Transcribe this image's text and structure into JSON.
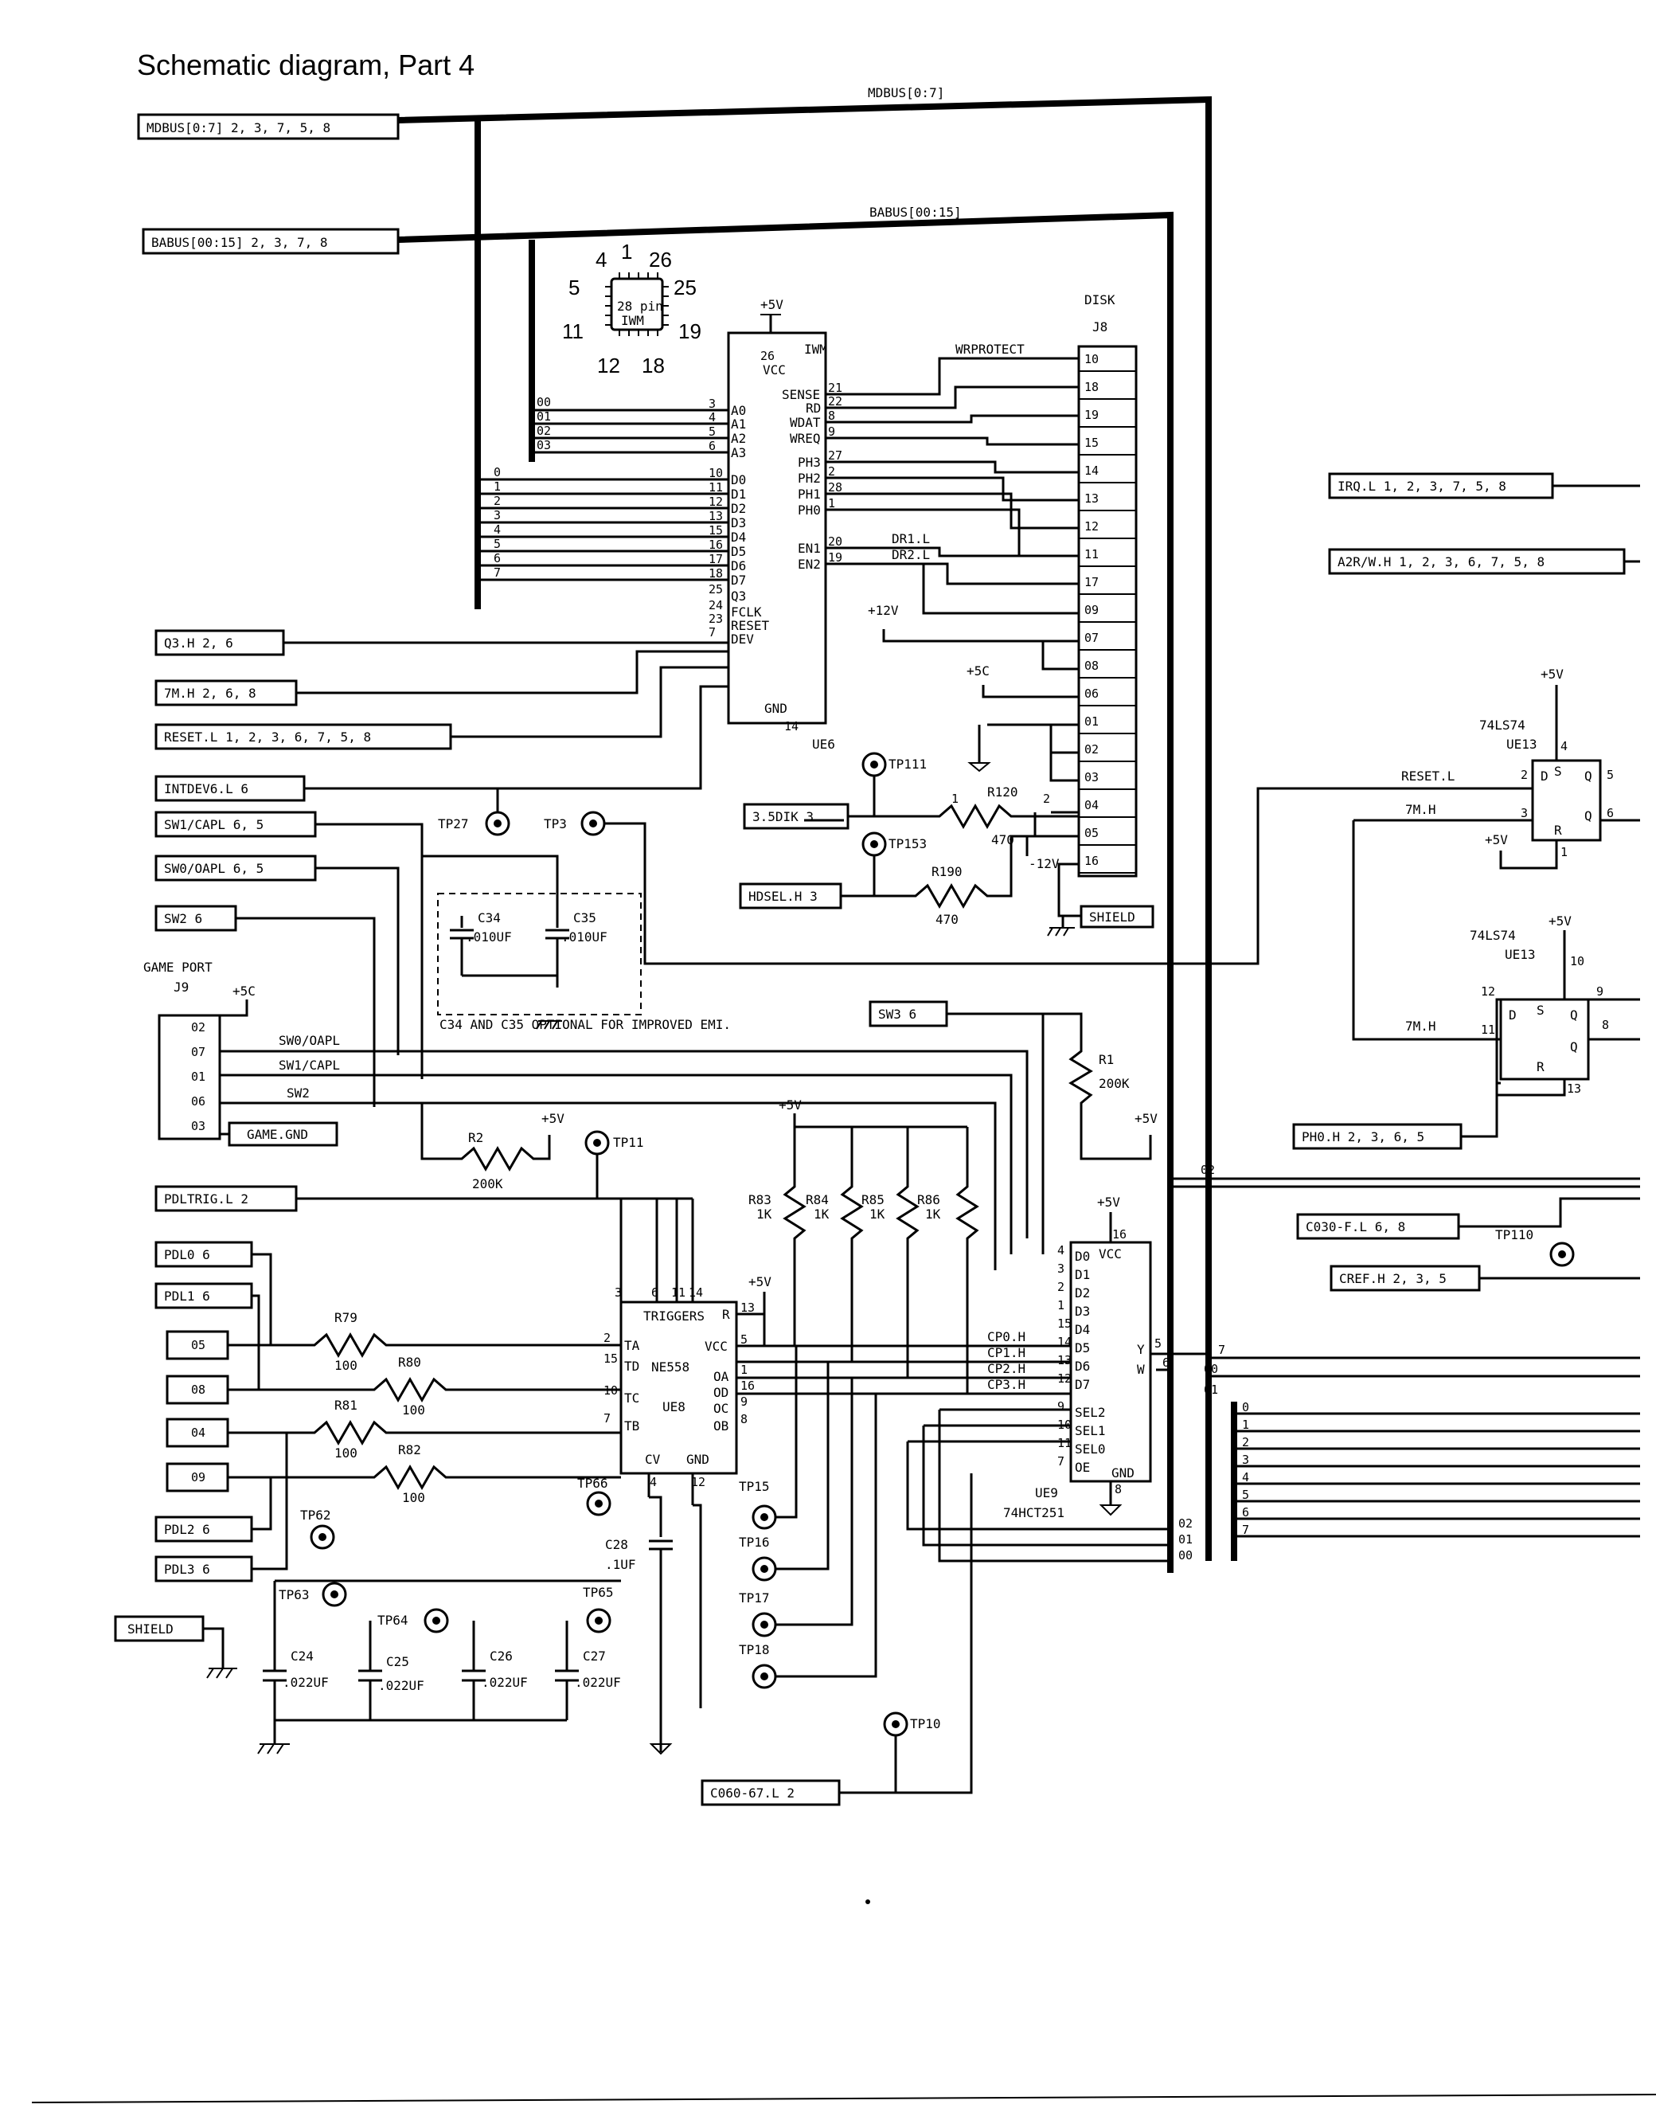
{
  "title": "Schematic diagram, Part 4",
  "buses": {
    "mdbus_label": "MDBUS[0:7]",
    "mdbus_port": "MDBUS[0:7] 2, 3, 7, 5, 8",
    "babus_label": "BABUS[00:15]",
    "babus_port": "BABUS[00:15] 2, 3, 7, 8",
    "babus_bits": [
      "00",
      "01",
      "02",
      "03"
    ],
    "mdbus_bits": [
      "0",
      "1",
      "2",
      "3",
      "4",
      "5",
      "6",
      "7"
    ]
  },
  "iwm_package": {
    "line1": "28 pin",
    "line2": "IWM",
    "pins": [
      "4",
      "1",
      "26",
      "5",
      "25",
      "11",
      "19",
      "12",
      "18"
    ]
  },
  "ue6": {
    "name": "IWM",
    "ref": "UE6",
    "supply": "+5V",
    "pins_left": [
      {
        "num": "26",
        "name": "VCC"
      },
      {
        "num": "3",
        "name": "A0"
      },
      {
        "num": "4",
        "name": "A1"
      },
      {
        "num": "5",
        "name": "A2"
      },
      {
        "num": "6",
        "name": "A3"
      },
      {
        "num": "10",
        "name": "D0"
      },
      {
        "num": "11",
        "name": "D1"
      },
      {
        "num": "12",
        "name": "D2"
      },
      {
        "num": "13",
        "name": "D3"
      },
      {
        "num": "15",
        "name": "D4"
      },
      {
        "num": "16",
        "name": "D5"
      },
      {
        "num": "17",
        "name": "D6"
      },
      {
        "num": "18",
        "name": "D7"
      },
      {
        "num": "25",
        "name": "Q3"
      },
      {
        "num": "24",
        "name": "FCLK"
      },
      {
        "num": "23",
        "name": "RESET"
      },
      {
        "num": "7",
        "name": "DEV"
      },
      {
        "num": "14",
        "name": "GND"
      }
    ],
    "pins_right": [
      {
        "num": "21",
        "name": "SENSE"
      },
      {
        "num": "22",
        "name": "RD"
      },
      {
        "num": "8",
        "name": "WDAT"
      },
      {
        "num": "9",
        "name": "WREQ"
      },
      {
        "num": "27",
        "name": "PH3"
      },
      {
        "num": "2",
        "name": "PH2"
      },
      {
        "num": "28",
        "name": "PH1"
      },
      {
        "num": "1",
        "name": "PH0"
      },
      {
        "num": "20",
        "name": "EN1"
      },
      {
        "num": "19",
        "name": "EN2"
      }
    ],
    "net_wrprotect": "WRPROTECT",
    "net_dr1": "DR1.L",
    "net_dr2": "DR2.L"
  },
  "j8": {
    "title": "DISK",
    "ref": "J8",
    "pins": [
      "10",
      "18",
      "19",
      "15",
      "14",
      "13",
      "12",
      "11",
      "17",
      "09",
      "07",
      "08",
      "06",
      "01",
      "02",
      "03",
      "04",
      "05",
      "16"
    ]
  },
  "left_ports": [
    "Q3.H 2, 6",
    "7M.H 2, 6, 8",
    "RESET.L 1, 2, 3, 6, 7, 5, 8",
    "INTDEV6.L 6",
    "SW1/CAPL 6, 5",
    "SW0/OAPL 6, 5",
    "SW2 6",
    "PDLTRIG.L 2",
    "PDL0 6",
    "PDL1 6",
    "PDL2 6",
    "PDL3 6"
  ],
  "right_ports": [
    "IRQ.L 1, 2, 3, 7, 5, 8",
    "A2R/W.H 1, 2, 3, 6, 7, 5, 8",
    "PH0.H 2, 3, 6, 5",
    "C030-F.L 6, 8",
    "CREF.H 2, 3, 5"
  ],
  "mid_ports": [
    "3.5DIK 3",
    "HDSEL.H 3",
    "SW3 6",
    "C060-67.L 2",
    "GAME.GND",
    "SHIELD",
    "SHIELD"
  ],
  "supplies": {
    "p5v": "+5V",
    "p5c": "+5C",
    "p12v": "+12V",
    "m12v": "-12V"
  },
  "test_points": [
    "TP111",
    "TP153",
    "TP27",
    "TP3",
    "TP11",
    "TP66",
    "TP65",
    "TP62",
    "TP63",
    "TP64",
    "TP15",
    "TP16",
    "TP17",
    "TP18",
    "TP10",
    "TP110"
  ],
  "resistors": [
    {
      "ref": "R120",
      "value": "470"
    },
    {
      "ref": "R190",
      "value": "470"
    },
    {
      "ref": "R1",
      "value": "200K"
    },
    {
      "ref": "R2",
      "value": "200K"
    },
    {
      "ref": "R79",
      "value": "100"
    },
    {
      "ref": "R80",
      "value": "100"
    },
    {
      "ref": "R81",
      "value": "100"
    },
    {
      "ref": "R82",
      "value": "100"
    },
    {
      "ref": "R83",
      "value": "1K"
    },
    {
      "ref": "R84",
      "value": "1K"
    },
    {
      "ref": "R85",
      "value": "1K"
    },
    {
      "ref": "R86",
      "value": "1K"
    }
  ],
  "capacitors": [
    {
      "ref": "C34",
      "value": ".010UF"
    },
    {
      "ref": "C35",
      "value": ".010UF"
    },
    {
      "ref": "C28",
      "value": ".1UF"
    },
    {
      "ref": "C24",
      "value": ".022UF"
    },
    {
      "ref": "C25",
      "value": ".022UF"
    },
    {
      "ref": "C26",
      "value": ".022UF"
    },
    {
      "ref": "C27",
      "value": ".022UF"
    }
  ],
  "emi_note": "C34 AND C35 OPTIONAL FOR IMPROVED EMI.",
  "game_port": {
    "title": "GAME PORT",
    "ref": "J9",
    "pins": [
      "02",
      "07",
      "01",
      "06",
      "03"
    ],
    "pdl_pins": [
      "05",
      "08",
      "04",
      "09"
    ],
    "nets": [
      "SW0/OAPL",
      "SW1/CAPL",
      "SW2"
    ]
  },
  "ue8": {
    "title": "TRIGGERS",
    "part": "NE558",
    "ref": "UE8",
    "pins_left": [
      {
        "num": "2",
        "name": "TA"
      },
      {
        "num": "15",
        "name": "TD"
      },
      {
        "num": "10",
        "name": "TC"
      },
      {
        "num": "7",
        "name": "TB"
      }
    ],
    "pins_right": [
      {
        "num": "13",
        "name": "R"
      },
      {
        "num": "5",
        "name": "VCC"
      },
      {
        "num": "1",
        "name": "OA"
      },
      {
        "num": "16",
        "name": "OD"
      },
      {
        "num": "9",
        "name": "OC"
      },
      {
        "num": "8",
        "name": "OB"
      }
    ],
    "top_pins": [
      "3",
      "6",
      "11",
      "14"
    ],
    "bottom": [
      {
        "num": "4",
        "name": "CV"
      },
      {
        "num": "12",
        "name": "GND"
      }
    ]
  },
  "ue9": {
    "part": "74HCT251",
    "ref": "UE9",
    "pins_left": [
      {
        "num": "4",
        "name": "D0"
      },
      {
        "num": "3",
        "name": "D1"
      },
      {
        "num": "2",
        "name": "D2"
      },
      {
        "num": "1",
        "name": "D3"
      },
      {
        "num": "15",
        "name": "D4"
      },
      {
        "num": "14",
        "name": "D5"
      },
      {
        "num": "13",
        "name": "D6"
      },
      {
        "num": "12",
        "name": "D7"
      },
      {
        "num": "9",
        "name": "SEL2"
      },
      {
        "num": "10",
        "name": "SEL1"
      },
      {
        "num": "11",
        "name": "SEL0"
      },
      {
        "num": "7",
        "name": "OE"
      }
    ],
    "vcc": "VCC",
    "vcc_pin": "16",
    "gnd": "GND",
    "gnd_pin": "8",
    "y_pin": "5",
    "w_pin": "6",
    "out_y": "Y",
    "out_w": "W",
    "cp_nets": [
      "CP0.H",
      "CP1.H",
      "CP2.H",
      "CP3.H"
    ]
  },
  "ue13a": {
    "part": "74LS74",
    "ref": "UE13",
    "pins": [
      "4",
      "2",
      "3",
      "5",
      "6",
      "1"
    ],
    "net_reset": "RESET.L",
    "net_clk": "7M.H"
  },
  "ue13b": {
    "part": "74LS74",
    "ref": "UE13",
    "pins": [
      "10",
      "12",
      "11",
      "9",
      "8",
      "13"
    ],
    "net_clk": "7M.H"
  },
  "right_bus_bits": [
    "7",
    "6",
    "00",
    "01",
    "02",
    "01",
    "00",
    "02"
  ],
  "right_data_bits": [
    "0",
    "1",
    "2",
    "3",
    "4",
    "5",
    "6",
    "7"
  ]
}
